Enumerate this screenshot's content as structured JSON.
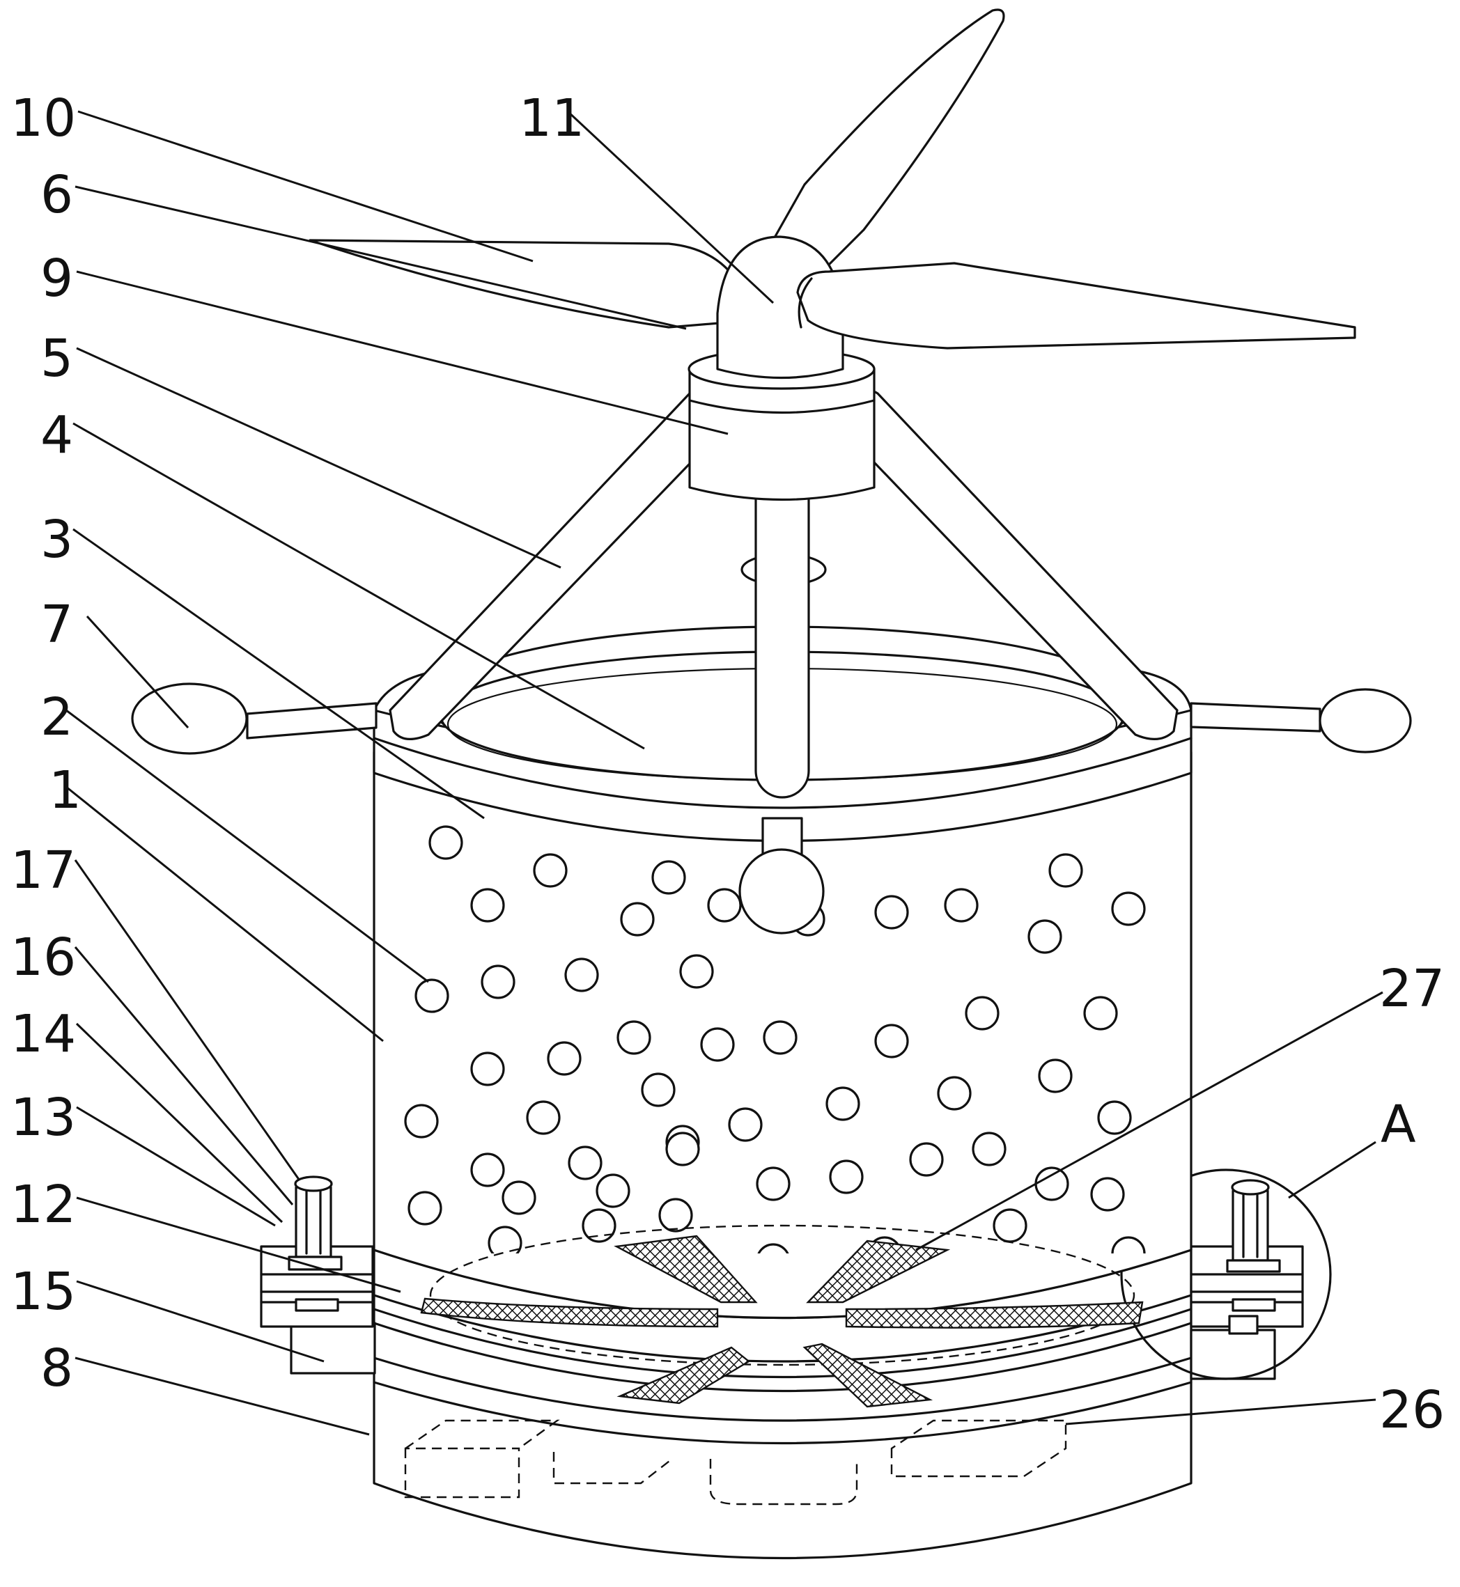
{
  "labels": {
    "l10": "10",
    "l11": "11",
    "l6": "6",
    "l9": "9",
    "l5": "5",
    "l4": "4",
    "l3": "3",
    "l7": "7",
    "l2": "2",
    "l1": "1",
    "l17": "17",
    "l16": "16",
    "l14": "14",
    "l13": "13",
    "l12": "12",
    "l15": "15",
    "l8": "8",
    "l27": "27",
    "lA": "A",
    "l26": "26"
  }
}
